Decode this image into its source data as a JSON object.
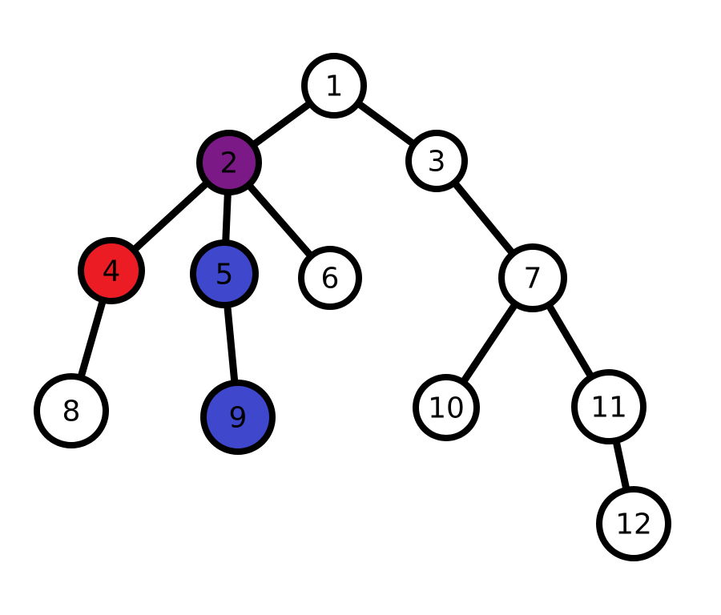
{
  "diagram": {
    "type": "tree",
    "nodes": [
      {
        "id": "1",
        "label": "1",
        "fill": "#ffffff"
      },
      {
        "id": "2",
        "label": "2",
        "fill": "#7b1a86"
      },
      {
        "id": "3",
        "label": "3",
        "fill": "#ffffff"
      },
      {
        "id": "4",
        "label": "4",
        "fill": "#ec1c24"
      },
      {
        "id": "5",
        "label": "5",
        "fill": "#3f48cc"
      },
      {
        "id": "6",
        "label": "6",
        "fill": "#ffffff"
      },
      {
        "id": "7",
        "label": "7",
        "fill": "#ffffff"
      },
      {
        "id": "8",
        "label": "8",
        "fill": "#ffffff"
      },
      {
        "id": "9",
        "label": "9",
        "fill": "#3f48cc"
      },
      {
        "id": "10",
        "label": "10",
        "fill": "#ffffff"
      },
      {
        "id": "11",
        "label": "11",
        "fill": "#ffffff"
      },
      {
        "id": "12",
        "label": "12",
        "fill": "#ffffff"
      }
    ],
    "edges": [
      {
        "from": "1",
        "to": "2"
      },
      {
        "from": "1",
        "to": "3"
      },
      {
        "from": "2",
        "to": "4"
      },
      {
        "from": "2",
        "to": "5"
      },
      {
        "from": "2",
        "to": "6"
      },
      {
        "from": "3",
        "to": "7"
      },
      {
        "from": "4",
        "to": "8"
      },
      {
        "from": "5",
        "to": "9"
      },
      {
        "from": "7",
        "to": "10"
      },
      {
        "from": "7",
        "to": "11"
      },
      {
        "from": "11",
        "to": "12"
      }
    ]
  }
}
